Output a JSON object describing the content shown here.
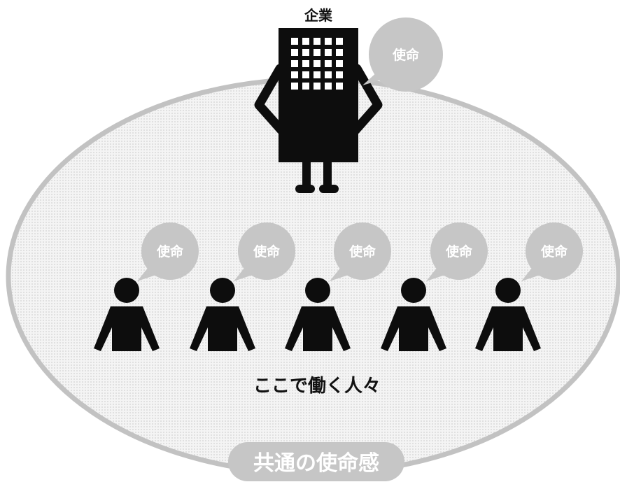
{
  "company": {
    "label": "企業",
    "mission_label": "使命"
  },
  "people": [
    {
      "mission_label": "使命"
    },
    {
      "mission_label": "使命"
    },
    {
      "mission_label": "使命"
    },
    {
      "mission_label": "使命"
    },
    {
      "mission_label": "使命"
    }
  ],
  "people_label": "ここで働く人々",
  "shared_label": "共通の使命感",
  "colors": {
    "figure": "#0d0d0d",
    "bubble": "#c6c6c6",
    "ellipse_fill": "#ececec",
    "ellipse_stroke": "#c2c2c2"
  }
}
